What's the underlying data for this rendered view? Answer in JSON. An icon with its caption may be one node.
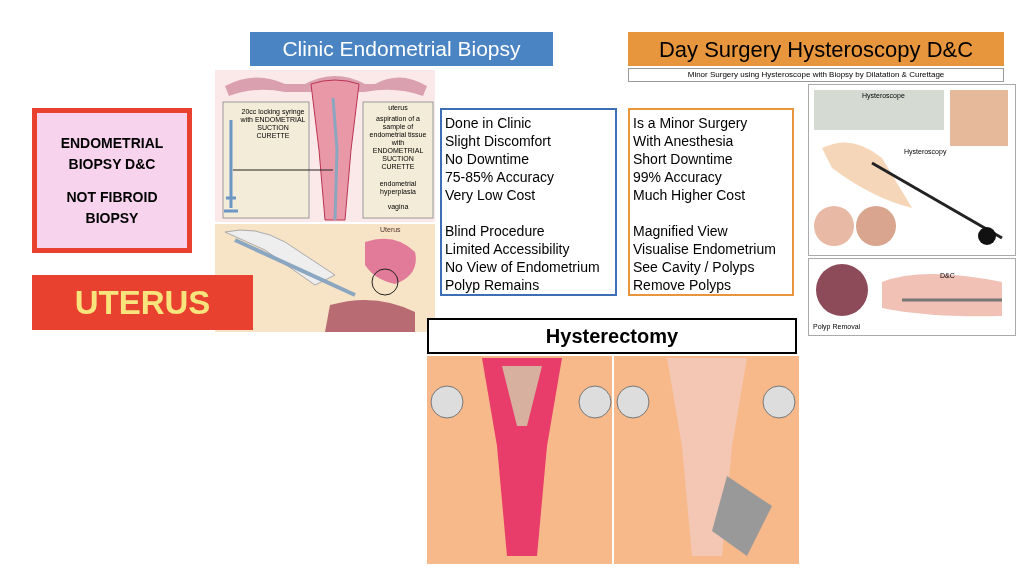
{
  "diagram": {
    "nodes": [
      {
        "text": [
          "Clinic Endometrial Biopsy"
        ]
      },
      {
        "text": [
          "Day Surgery Hysteroscopy D&C"
        ]
      },
      {
        "text": [
          "Minor Surgery using Hysteroscope with Biopsy by Dilatation & Curettage"
        ]
      },
      {
        "text": [
          "ENDOMETRIAL BIOPSY D&C",
          "NOT FIBROID BIOPSY"
        ]
      },
      {
        "text": [
          "UTERUS"
        ]
      },
      {
        "text": [
          "Done in Clinic",
          "Slight Discomfort",
          "No Downtime",
          "75-85% Accuracy",
          "Very Low Cost",
          "Blind Procedure",
          "Limited Accessibility",
          "No View of Endometrium",
          "Polyp Remains"
        ]
      },
      {
        "text": [
          "Is a Minor Surgery",
          "With Anesthesia",
          "Short Downtime",
          "99% Accuracy",
          "Much Higher Cost",
          "Magnified View",
          "Visualise Endometrium",
          "See Cavity / Polyps",
          "Remove Polyps"
        ]
      },
      {
        "text": [
          "Hysterectomy"
        ]
      }
    ],
    "edges": [],
    "labels": [
      "uterus",
      "aspiration of a sample of endometrial tissue with ENDOMETRIAL SUCTION CURETTE",
      "20cc locking syringe with ENDOMETRIAL SUCTION CURETTE",
      "endometrial hyperplasia",
      "vagina",
      "Uterus",
      "Hysteroscope",
      "Hysteroscopy",
      "D&C",
      "Polyp Removal"
    ]
  }
}
